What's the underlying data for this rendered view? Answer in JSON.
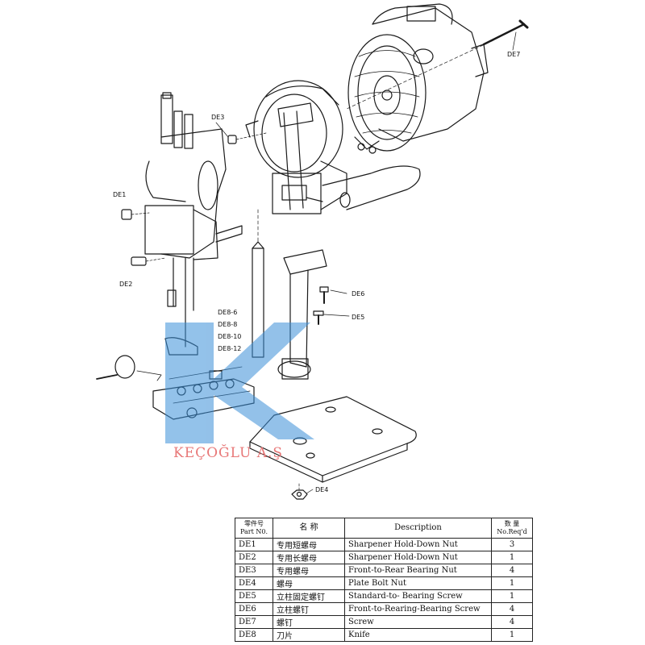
{
  "callouts": {
    "de1": "DE1",
    "de2": "DE2",
    "de3": "DE3",
    "de4": "DE4",
    "de5": "DE5",
    "de6": "DE6",
    "de7": "DE7",
    "de8_6": "DE8-6",
    "de8_8": "DE8-8",
    "de8_10": "DE8-10",
    "de8_12": "DE8-12"
  },
  "watermark": {
    "text": "KEÇOĞLU A.Ş"
  },
  "colors": {
    "watermark_blue": "#3b8fd8",
    "watermark_red": "#e87878",
    "line": "#1a1a1a"
  },
  "table": {
    "headers": {
      "part_no_cn": "零件号",
      "part_no_en": "Part N0.",
      "name_cn": "名 称",
      "description": "Description",
      "qty_cn": "数 量",
      "qty_en": "No.Req'd"
    },
    "rows": [
      {
        "part": "DE1",
        "cn": "专用短螺母",
        "desc": "Sharpener Hold-Down Nut",
        "qty": "3"
      },
      {
        "part": "DE2",
        "cn": "专用长螺母",
        "desc": "Sharpener Hold-Down Nut",
        "qty": "1"
      },
      {
        "part": "DE3",
        "cn": "专用螺母",
        "desc": "Front-to-Rear Bearing Nut",
        "qty": "4"
      },
      {
        "part": "DE4",
        "cn": "螺母",
        "desc": "Plate Bolt Nut",
        "qty": "1"
      },
      {
        "part": "DE5",
        "cn": "立柱固定螺钉",
        "desc": "Standard-to- Bearing Screw",
        "qty": "1"
      },
      {
        "part": "DE6",
        "cn": "立柱螺钉",
        "desc": "Front-to-Rearing-Bearing Screw",
        "qty": "4"
      },
      {
        "part": "DE7",
        "cn": "螺钉",
        "desc": "Screw",
        "qty": "4"
      },
      {
        "part": "DE8",
        "cn": "刀片",
        "desc": "Knife",
        "qty": "1"
      }
    ]
  }
}
